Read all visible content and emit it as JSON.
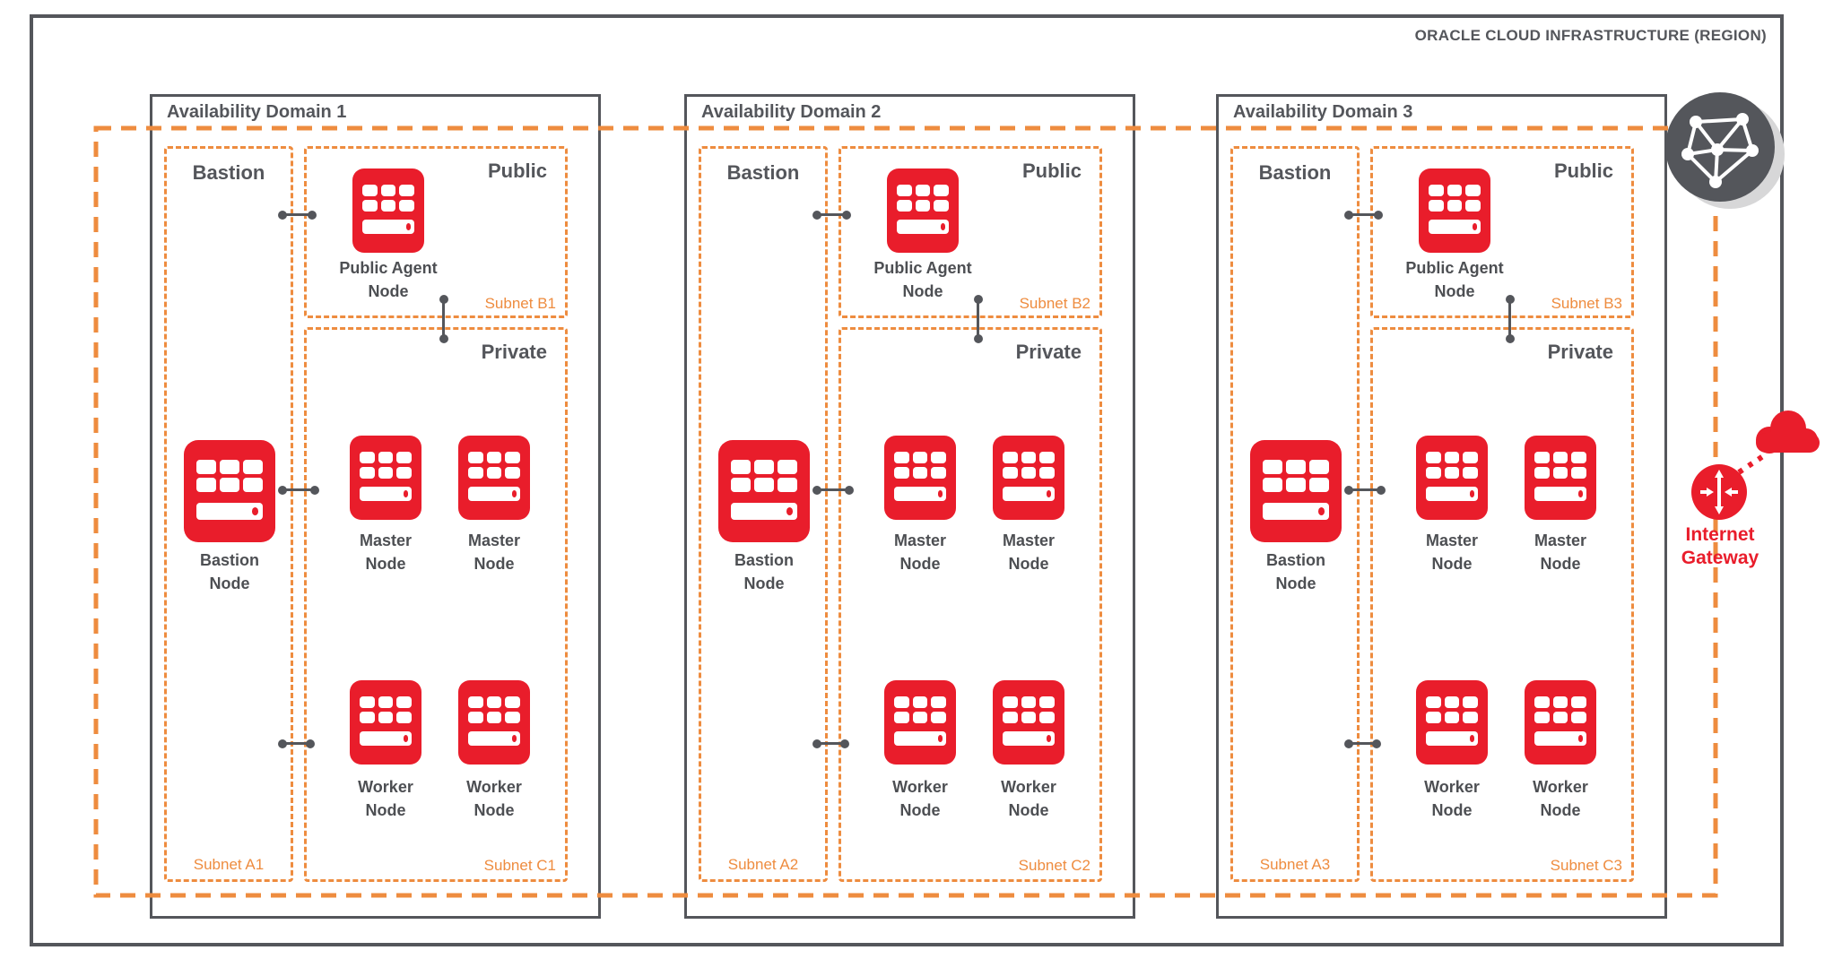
{
  "region": {
    "title": "ORACLE CLOUD INFRASTRUCTURE (REGION)"
  },
  "tiers": {
    "bastion": "Bastion",
    "public": "Public",
    "private": "Private"
  },
  "nodes": {
    "bastion": "Bastion\nNode",
    "public_agent": "Public Agent\nNode",
    "master": "Master\nNode",
    "worker": "Worker\nNode"
  },
  "availability_domains": [
    {
      "title": "Availability Domain 1",
      "subnets": {
        "bastion": "Subnet A1",
        "public": "Subnet B1",
        "private": "Subnet C1"
      }
    },
    {
      "title": "Availability Domain 2",
      "subnets": {
        "bastion": "Subnet A2",
        "public": "Subnet B2",
        "private": "Subnet C2"
      }
    },
    {
      "title": "Availability Domain 3",
      "subnets": {
        "bastion": "Subnet A3",
        "public": "Subnet B3",
        "private": "Subnet C3"
      }
    }
  ],
  "gateway": {
    "label": "Internet\nGateway"
  },
  "icons": {
    "vcn": "vcn-network-icon",
    "internet_gateway": "internet-gateway-icon",
    "cloud": "internet-cloud-icon",
    "compute": "compute-instance-icon"
  },
  "colors": {
    "orange": "#EE8C3F",
    "red": "#E91D2B",
    "dark_gray": "#54565B",
    "label_gray": "#4D4F53"
  }
}
